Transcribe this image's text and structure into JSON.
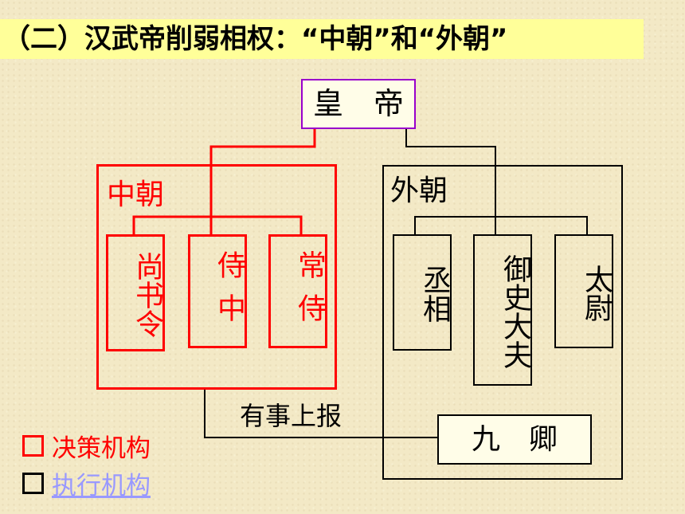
{
  "title": "（二）汉武帝削弱相权：“中朝”和“外朝”",
  "emperor": "皇　帝",
  "inner_court": {
    "label": "中朝",
    "offices": [
      "尚书令",
      "侍中",
      "常侍"
    ]
  },
  "outer_court": {
    "label": "外朝",
    "offices": [
      "丞相",
      "御史大夫",
      "太尉"
    ],
    "nine_ministers": "九　卿"
  },
  "report_label": "有事上报",
  "legend": {
    "decision": "决策机构",
    "execution": "执行机构"
  },
  "colors": {
    "inner_court": "#ff0000",
    "outer_court": "#000000",
    "emperor_border": "#9900cc",
    "title_bg": "#ffff99",
    "execution_text": "#9999ff"
  }
}
